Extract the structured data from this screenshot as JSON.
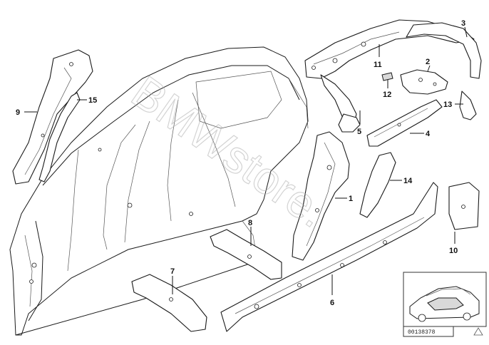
{
  "watermark": "BMWstore.",
  "reference_number": "00138378",
  "callouts": [
    {
      "id": "1",
      "text": "1"
    },
    {
      "id": "2",
      "text": "2"
    },
    {
      "id": "3",
      "text": "3"
    },
    {
      "id": "4",
      "text": "4"
    },
    {
      "id": "5",
      "text": "5"
    },
    {
      "id": "6",
      "text": "6"
    },
    {
      "id": "7",
      "text": "7"
    },
    {
      "id": "8",
      "text": "8"
    },
    {
      "id": "9",
      "text": "9"
    },
    {
      "id": "10",
      "text": "10"
    },
    {
      "id": "11",
      "text": "11"
    },
    {
      "id": "12",
      "text": "12"
    },
    {
      "id": "13",
      "text": "13"
    },
    {
      "id": "14",
      "text": "14"
    },
    {
      "id": "15",
      "text": "15"
    }
  ],
  "icons": [
    "car-thumbnail-icon",
    "corner-triangle-icon"
  ]
}
